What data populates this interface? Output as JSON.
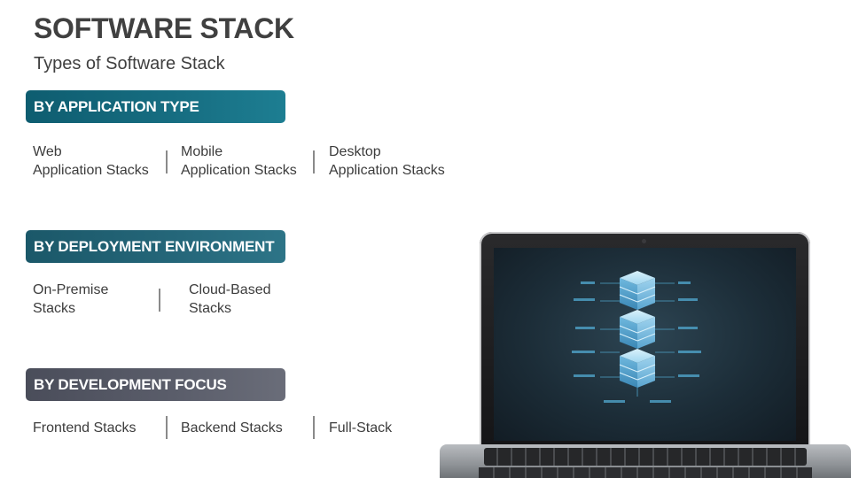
{
  "title": "SOFTWARE STACK",
  "subtitle": "Types of Software Stack",
  "sections": [
    {
      "heading": "BY APPLICATION TYPE",
      "items": [
        {
          "line1": "Web",
          "line2": "Application Stacks"
        },
        {
          "line1": "Mobile",
          "line2": "Application Stacks"
        },
        {
          "line1": "Desktop",
          "line2": "Application Stacks"
        }
      ]
    },
    {
      "heading": "BY DEPLOYMENT ENVIRONMENT",
      "items": [
        {
          "line1": "On-Premise",
          "line2": "Stacks"
        },
        {
          "line1": "Cloud-Based",
          "line2": "Stacks"
        }
      ]
    },
    {
      "heading": "BY DEVELOPMENT FOCUS",
      "items": [
        {
          "line1": "Frontend Stacks"
        },
        {
          "line1": "Backend Stacks"
        },
        {
          "line1": "Full-Stack"
        }
      ]
    }
  ],
  "colors": {
    "heading_teal": "#176e82",
    "heading_teal_dark": "#25677a",
    "heading_gray": "#5b5e6b",
    "cube_blue": "#9fd6f0"
  },
  "image": {
    "laptop_icon": "laptop-illustration",
    "screen_icon": "server-stack-icon"
  }
}
